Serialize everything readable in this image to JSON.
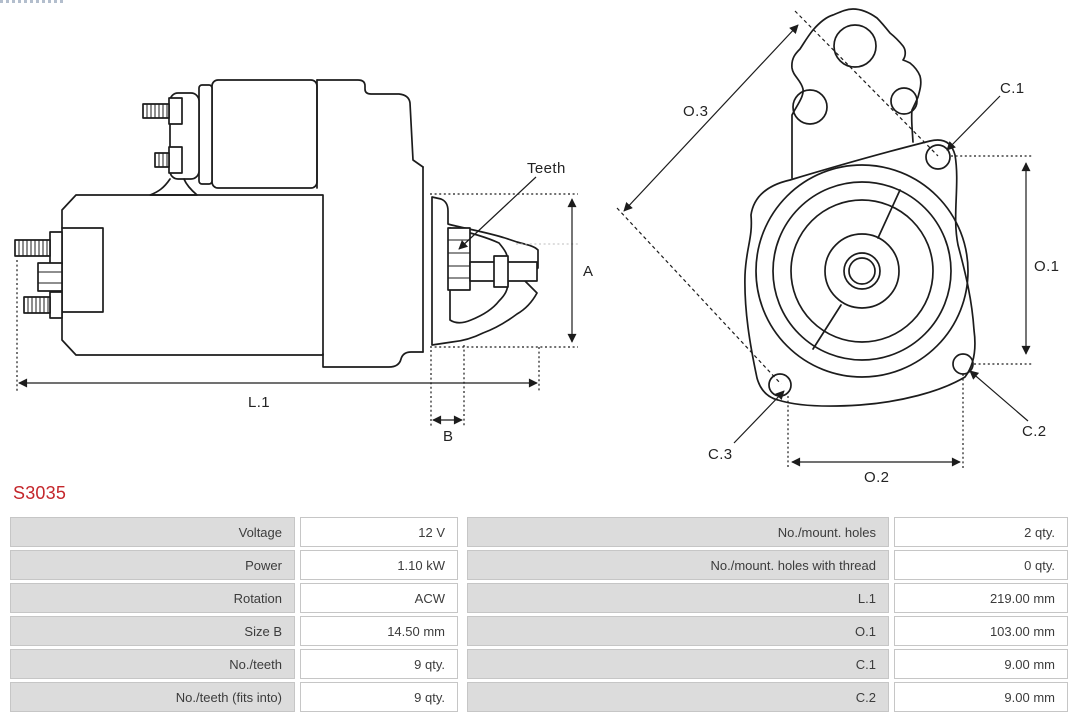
{
  "part_number": "S3035",
  "side_view": {
    "labels": {
      "teeth": "Teeth",
      "a": "A",
      "l1": "L.1",
      "b": "B"
    }
  },
  "front_view": {
    "labels": {
      "o3": "O.3",
      "c1": "C.1",
      "o1": "O.1",
      "c2": "C.2",
      "c3": "C.3",
      "o2": "O.2"
    }
  },
  "spec_table": {
    "colors": {
      "label_bg": "#dcdcdc",
      "value_bg": "#ffffff",
      "border": "#c6c6c6",
      "text": "#3c3c3c"
    },
    "rows": [
      {
        "label_left": "Voltage",
        "value_left": "12 V",
        "label_right": "No./mount. holes",
        "value_right": "2 qty."
      },
      {
        "label_left": "Power",
        "value_left": "1.10 kW",
        "label_right": "No./mount. holes with thread",
        "value_right": "0 qty."
      },
      {
        "label_left": "Rotation",
        "value_left": "ACW",
        "label_right": "L.1",
        "value_right": "219.00 mm"
      },
      {
        "label_left": "Size B",
        "value_left": "14.50 mm",
        "label_right": "O.1",
        "value_right": "103.00 mm"
      },
      {
        "label_left": "No./teeth",
        "value_left": "9 qty.",
        "label_right": "C.1",
        "value_right": "9.00 mm"
      },
      {
        "label_left": "No./teeth (fits into)",
        "value_left": "9 qty.",
        "label_right": "C.2",
        "value_right": "9.00 mm"
      }
    ]
  }
}
